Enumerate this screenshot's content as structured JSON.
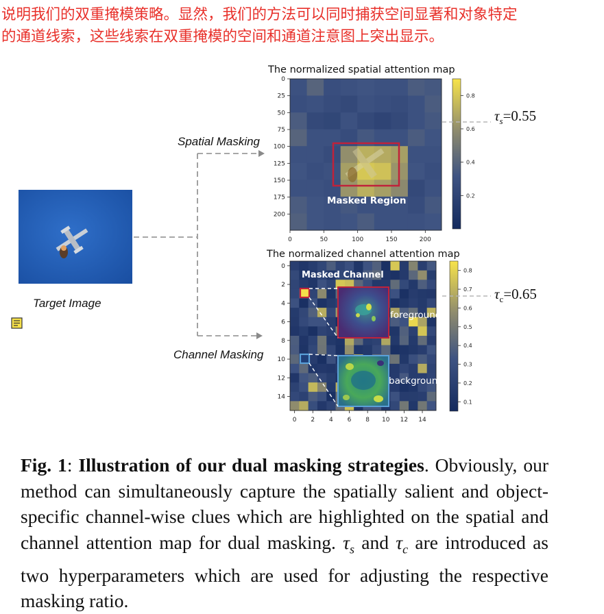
{
  "header": {
    "line1": "说明我们的双重掩模策略。显然，我们的方法可以同时捕获空间显著和对象特定",
    "line2": "的通道线索，这些线索在双重掩模的空间和通道注意图上突出显示。"
  },
  "labels": {
    "target_image": "Target Image",
    "spatial_masking": "Spatial Masking",
    "channel_masking": "Channel Masking",
    "masked_region": "Masked Region",
    "masked_channel": "Masked Channel",
    "foreground": "foreground",
    "background": "background"
  },
  "thresholds": {
    "spatial_symbol": "τ",
    "spatial_sub": "s",
    "spatial_value": "=0.55",
    "channel_symbol": "τ",
    "channel_sub": "c",
    "channel_value": "=0.65"
  },
  "caption": {
    "fig_label": "Fig. 1",
    "colon": ": ",
    "title": "Illustration of our dual masking strategies",
    "body1": ". Obviously, our method can simultaneously capture the spatially salient and object-specific channel-wise clues which are highlighted on the spatial and channel attention map for dual masking. ",
    "tau_s": "τ",
    "tau_s_sub": "s",
    "and": " and ",
    "tau_c": "τ",
    "tau_c_sub": "c",
    "body2": " are introduced as two hyperparameters which are used for adjusting the respective masking ratio."
  },
  "colors": {
    "cn_text": "#e8302a",
    "dark_blue": "#1f3f78",
    "yellow": "#f5e04a",
    "mask_red": "#c0223a",
    "mask_blue": "#4a8fd0"
  },
  "chart_data": [
    {
      "type": "heatmap",
      "title": "The normalized spatial attention map",
      "x_ticks": [
        "0",
        "50",
        "100",
        "150",
        "200"
      ],
      "y_ticks": [
        "0",
        "25",
        "50",
        "75",
        "100",
        "125",
        "150",
        "175",
        "200"
      ],
      "colorbar_ticks": [
        "0.8",
        "0.6",
        "0.4",
        "0.2"
      ],
      "colorbar_range": [
        0,
        0.9
      ],
      "threshold": 0.55,
      "grid": [
        [
          0.3,
          0.4,
          0.28,
          0.3,
          0.32,
          0.3,
          0.3,
          0.36,
          0.34
        ],
        [
          0.28,
          0.3,
          0.26,
          0.24,
          0.3,
          0.28,
          0.26,
          0.3,
          0.36
        ],
        [
          0.36,
          0.24,
          0.22,
          0.3,
          0.24,
          0.2,
          0.24,
          0.3,
          0.34
        ],
        [
          0.4,
          0.3,
          0.3,
          0.26,
          0.34,
          0.3,
          0.3,
          0.36,
          0.32
        ],
        [
          0.3,
          0.3,
          0.26,
          0.6,
          0.72,
          0.7,
          0.66,
          0.3,
          0.3
        ],
        [
          0.32,
          0.28,
          0.3,
          0.66,
          0.8,
          0.78,
          0.62,
          0.32,
          0.28
        ],
        [
          0.3,
          0.3,
          0.28,
          0.62,
          0.72,
          0.66,
          0.58,
          0.24,
          0.3
        ],
        [
          0.36,
          0.32,
          0.3,
          0.34,
          0.3,
          0.3,
          0.3,
          0.26,
          0.34
        ],
        [
          0.38,
          0.32,
          0.3,
          0.32,
          0.36,
          0.3,
          0.3,
          0.3,
          0.32
        ]
      ]
    },
    {
      "type": "heatmap",
      "title": "The normalized channel attention map",
      "x_ticks": [
        "0",
        "2",
        "4",
        "6",
        "8",
        "10",
        "12",
        "14"
      ],
      "y_ticks": [
        "0",
        "2",
        "4",
        "6",
        "8",
        "10",
        "12",
        "14"
      ],
      "colorbar_ticks": [
        "0.8",
        "0.7",
        "0.6",
        "0.5",
        "0.4",
        "0.3",
        "0.2",
        "0.1"
      ],
      "colorbar_range": [
        0.05,
        0.85
      ],
      "threshold": 0.65
    }
  ]
}
